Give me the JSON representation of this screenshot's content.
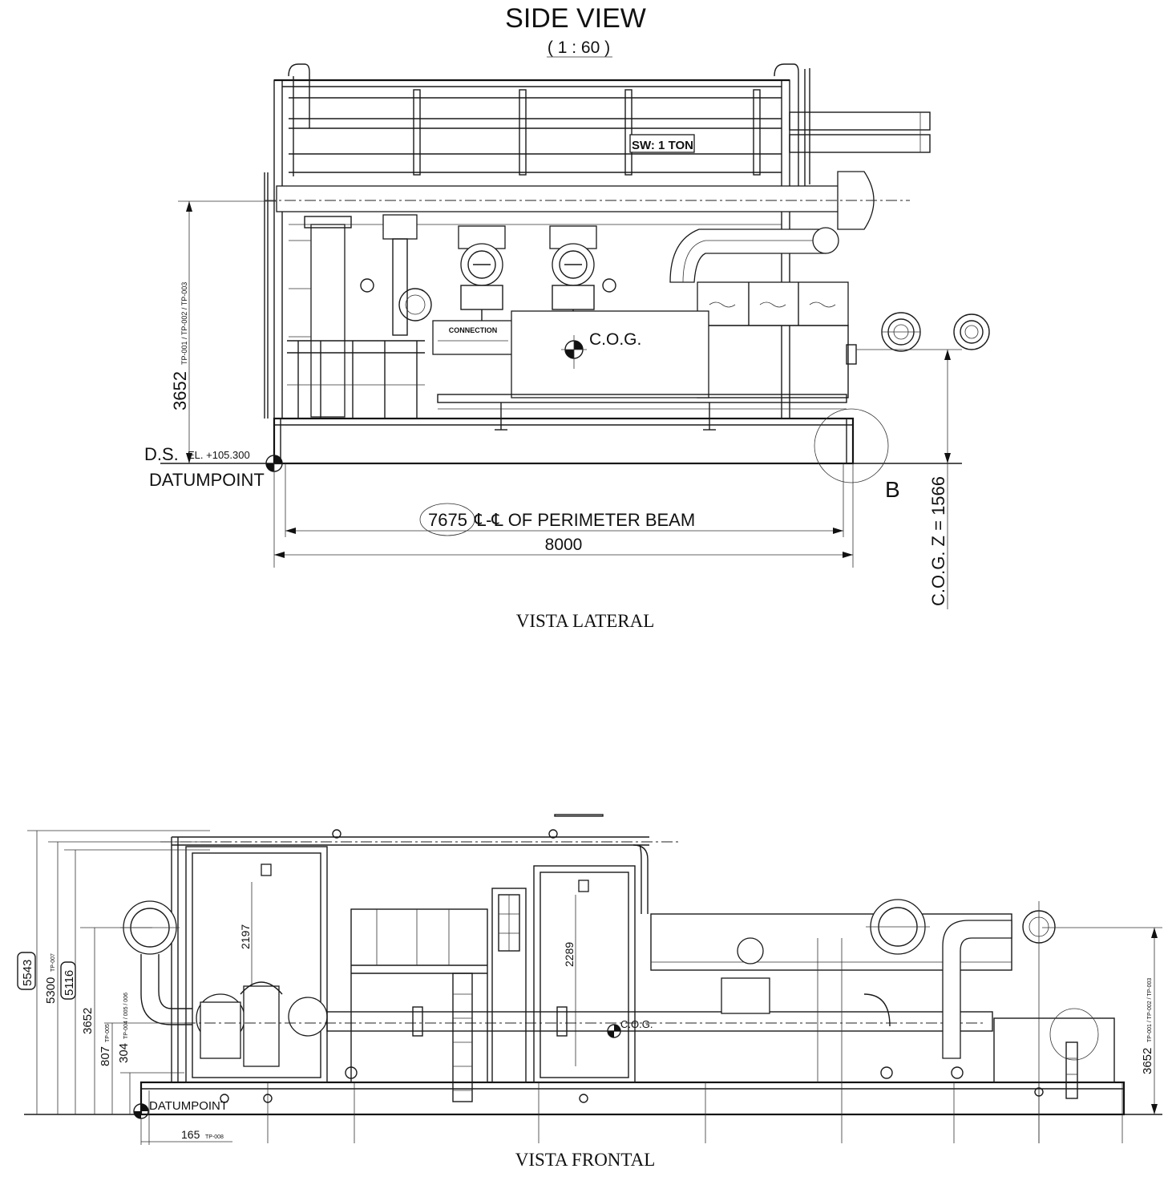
{
  "side_view": {
    "title": "SIDE VIEW",
    "scale": "( 1 : 60 )",
    "caption": "VISTA LATERAL",
    "lifting_label": "SW: 1 TON",
    "connection_label": "CONNECTION",
    "cog_label": "C.O.G.",
    "height_dim": "3652",
    "height_refs": "TP-001 / TP-002 / TP-003",
    "elevation_prefix": "D.S.",
    "elevation_value": "EL. +105.300",
    "datum_label": "DATUMPOINT",
    "beam_dim_value": "7675",
    "beam_dim_text": "℄-℄ OF PERIMETER BEAM",
    "overall_dim": "8000",
    "detail_label": "B",
    "cog_z": "C.O.G. Z = 1566"
  },
  "front_view": {
    "caption": "VISTA FRONTAL",
    "dim_5543": "5543",
    "dim_5300": "5300",
    "dim_5300_ref": "TP-007",
    "dim_5116": "5116",
    "dim_3652_left": "3652",
    "dim_807": "807",
    "dim_807_ref": "TP-005",
    "dim_304": "304",
    "dim_304_ref": "TP-004 / 005 / 006",
    "dim_2197": "2197",
    "dim_2289": "2289",
    "cog_label": "C.O.G.",
    "datum_label": "DATUMPOINT",
    "dim_165": "165",
    "dim_165_ref": "TP-008",
    "dim_3652_right": "3652",
    "dim_3652_right_ref": "TP-001 / TP-002 / TP-003"
  }
}
